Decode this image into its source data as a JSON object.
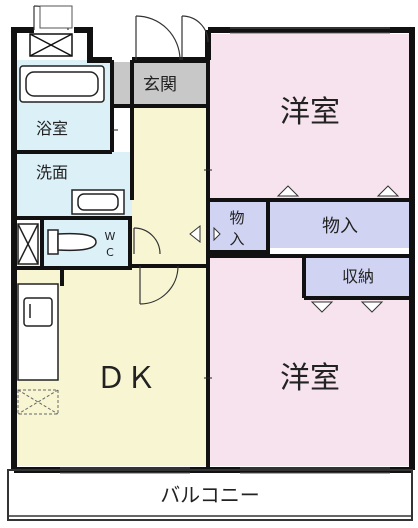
{
  "rooms": {
    "western_room_top": "洋室",
    "western_room_bottom": "洋室",
    "entrance": "玄関",
    "bathroom": "浴室",
    "washroom": "洗面",
    "closet_small_line1": "物",
    "closet_small_line2": "入",
    "closet_large": "物入",
    "storage": "収納",
    "wc_line1": "W",
    "wc_line2": "C",
    "dk": "ＤＫ",
    "balcony": "バルコニー"
  },
  "colors": {
    "western_room": "#f6e3ee",
    "dk": "#f8f6d2",
    "wet_area": "#dcf0f8",
    "closet": "#d0d4f2",
    "entrance": "#c8c8c8",
    "wall": "#111111"
  }
}
